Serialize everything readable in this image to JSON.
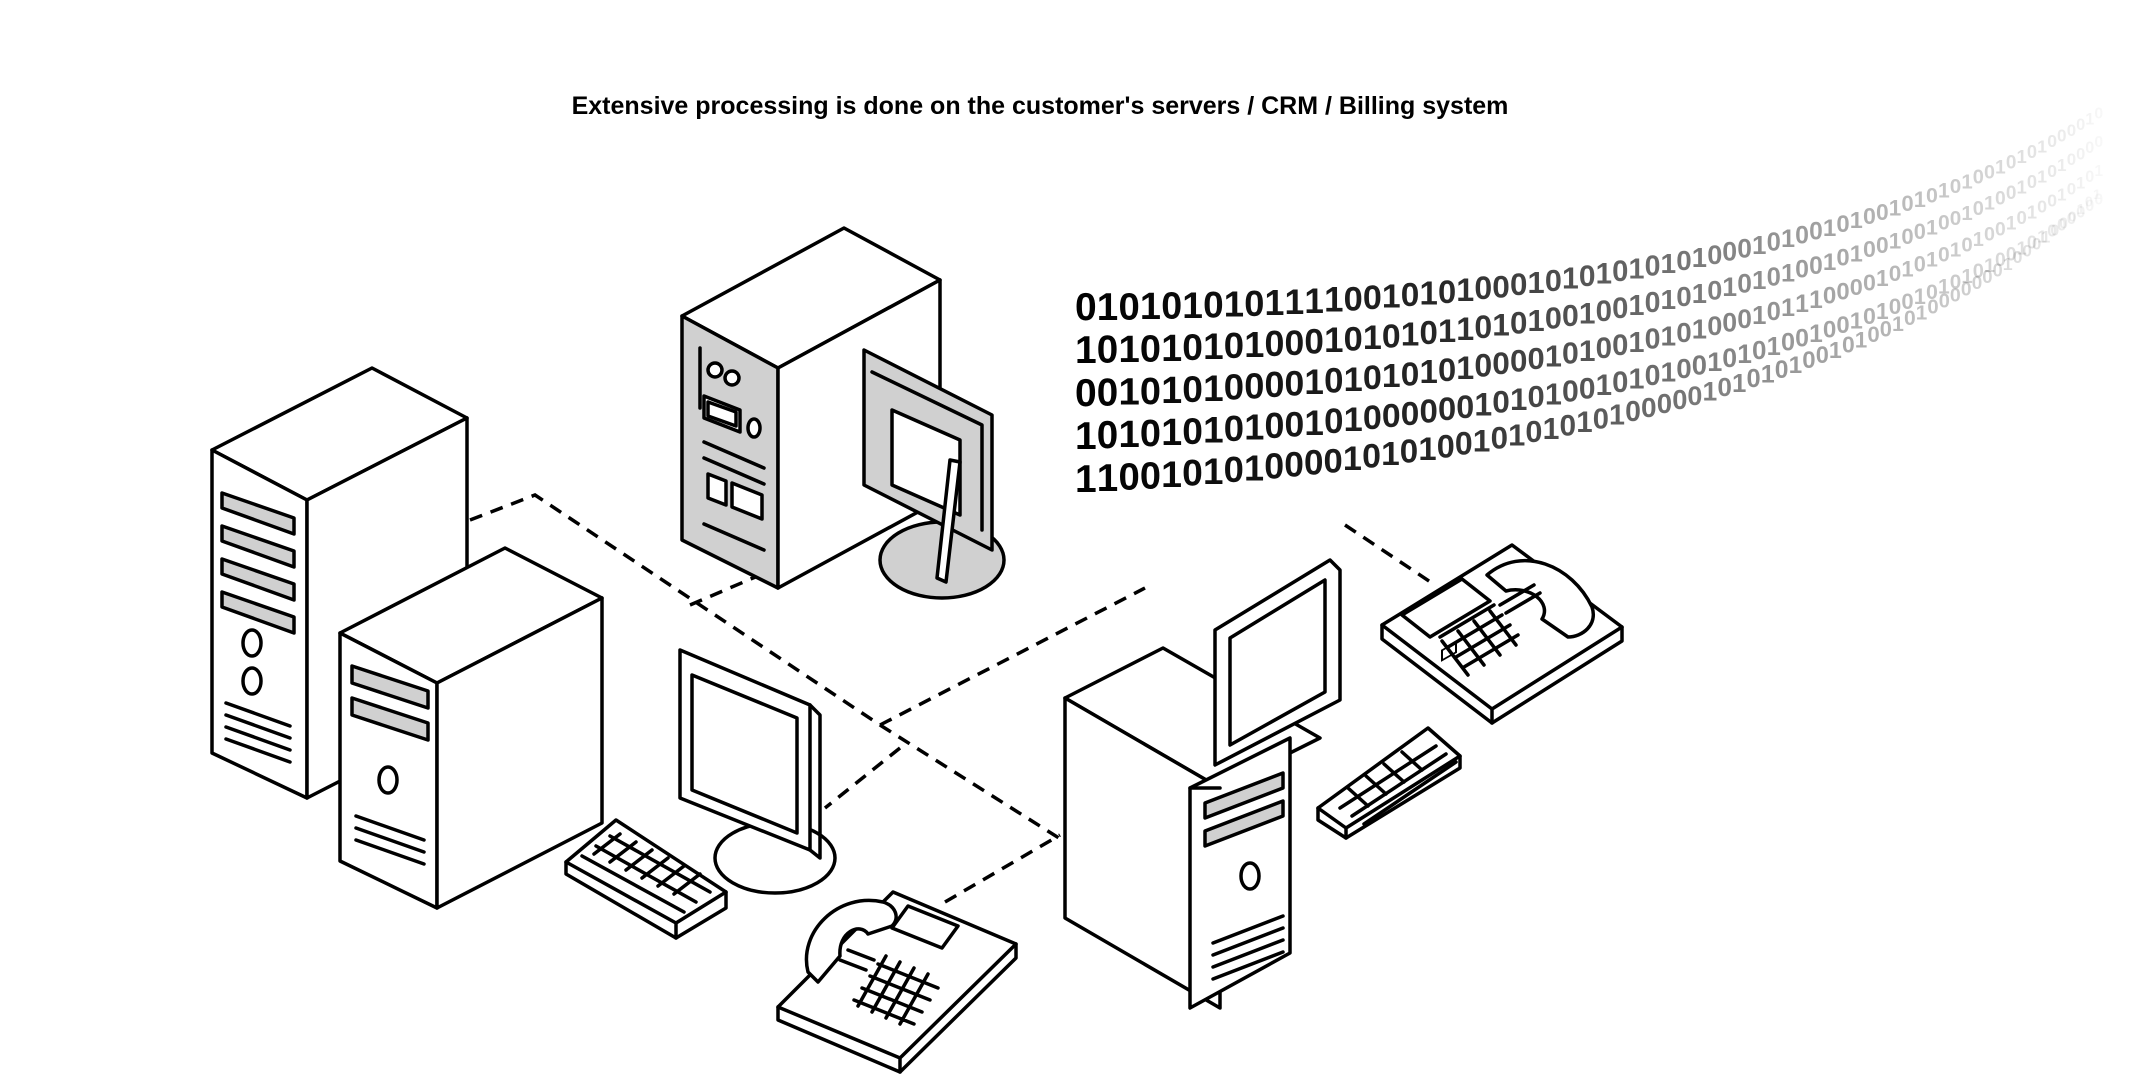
{
  "caption": "Extensive processing is done on the customer's servers / CRM / Billing system",
  "binary_rows": [
    "01010101011110010101000101010101010001010010100101010100101010000101010101",
    "10101010100010101011010100100101010101010010100100100101001010100001010100",
    "00101010000101010101000010100101010001011100001010101010010100101010100101",
    "10101010100101000000101010010101001010100100101001010101001010000000100001",
    "11001010100001010100101010101000001010101001010010100000001000100010101"
  ],
  "colors": {
    "ink": "#000000",
    "shade": "#d0d0d0",
    "background": "#ffffff"
  },
  "icons": [
    "tower-server-icon",
    "desktop-pc-icon",
    "monitor-icon",
    "keyboard-icon",
    "desk-phone-icon"
  ]
}
